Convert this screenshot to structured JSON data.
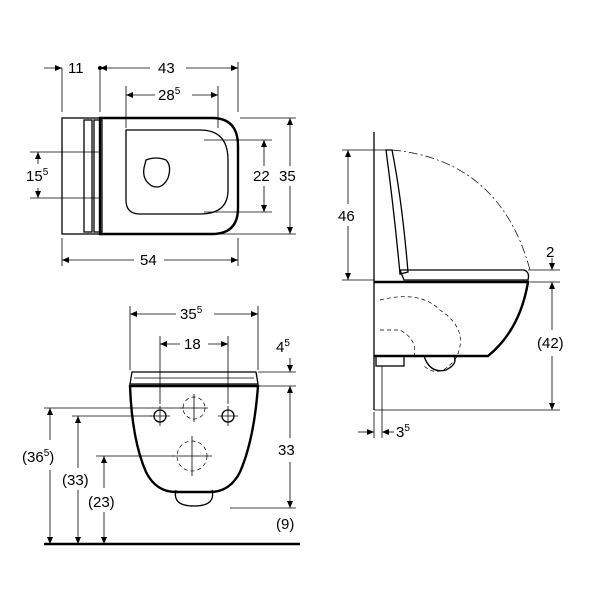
{
  "top_view": {
    "dim_11": "11",
    "dim_43": "43",
    "dim_28_5": {
      "main": "28",
      "sup": "5"
    },
    "dim_15_5": {
      "main": "15",
      "sup": "5"
    },
    "dim_22": "22",
    "dim_35": "35",
    "dim_54": "54"
  },
  "side_view": {
    "dim_46": "46",
    "dim_2": "2",
    "dim_42": "(42)",
    "dim_3_5": {
      "main": "3",
      "sup": "5"
    }
  },
  "front_view": {
    "dim_35_5": {
      "main": "35",
      "sup": "5"
    },
    "dim_18": "18",
    "dim_4_5": {
      "main": "4",
      "sup": "5"
    },
    "dim_36_5": {
      "main": "(36",
      "sup": "5",
      "close": ")"
    },
    "dim_33_paren": "(33)",
    "dim_23": "(23)",
    "dim_33": "33",
    "dim_9": "(9)"
  }
}
